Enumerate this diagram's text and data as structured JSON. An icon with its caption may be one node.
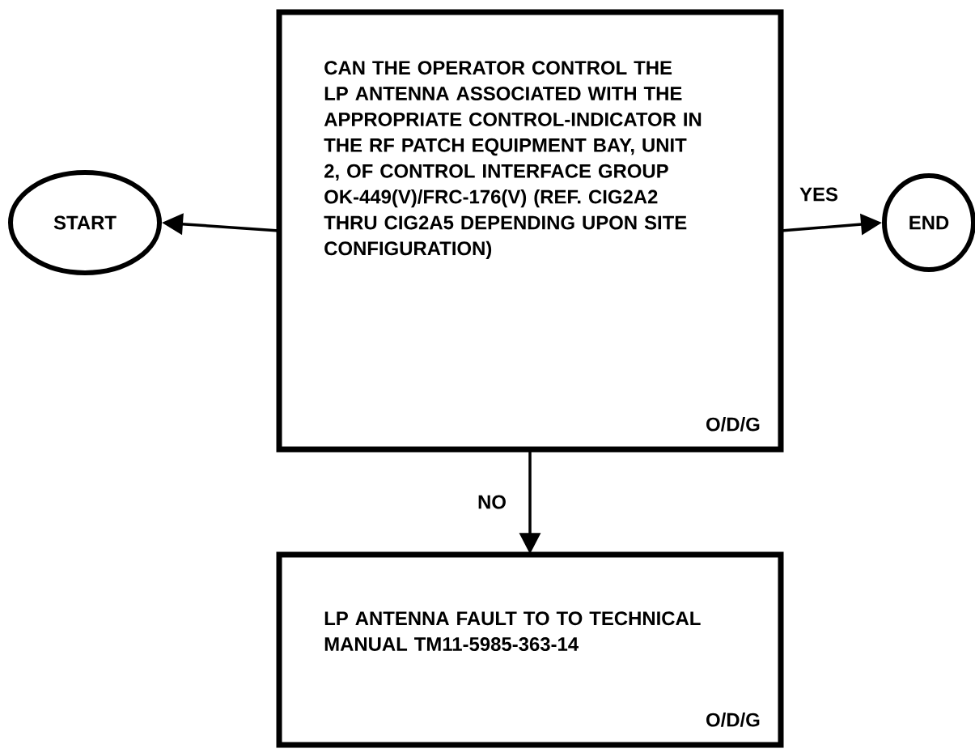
{
  "diagram": {
    "nodes": [
      {
        "text": [
          "START"
        ]
      },
      {
        "text": [
          "CAN THE OPERATOR CONTROL THE LP ANTENNA ASSOCIATED WITH THE APPROPRIATE CONTROL-INDICATOR IN THE RF PATCH EQUIPMENT BAY, UNIT 2, OF CONTROL INTERFACE GROUP OK-449(V)/FRC-176(V) (REF. CIG2A2 THRU CIG2A5 DEPENDING UPON SITE CONFIGURATION)",
          "O/D/G"
        ]
      },
      {
        "text": [
          "END"
        ]
      },
      {
        "text": [
          "LP ANTENNA FAULT TO TO TECHNICAL MANUAL TM11-5985-363-14",
          "O/D/G"
        ]
      }
    ],
    "edges": [
      {
        "from": 1,
        "to": 0,
        "arrow": "to"
      },
      {
        "from": 1,
        "to": 2,
        "arrow": "to",
        "label": "YES"
      },
      {
        "from": 1,
        "to": 3,
        "arrow": "to",
        "label": "NO"
      }
    ]
  }
}
